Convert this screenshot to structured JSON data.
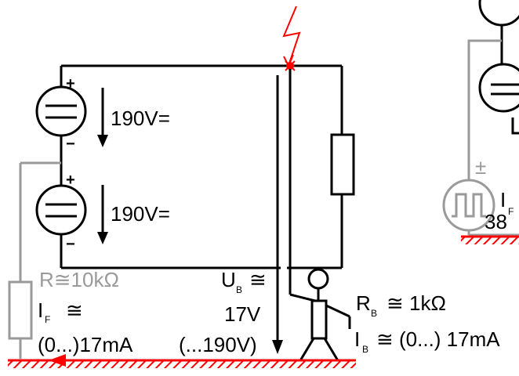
{
  "colors": {
    "wire": "#000000",
    "secondary": "#9a9a9a",
    "fault": "#ff0000",
    "ground_hatch": "#ff0000",
    "person_stroke": "#000000"
  },
  "sources": [
    {
      "voltage_label": "190V=",
      "plus": "+",
      "minus": "−"
    },
    {
      "voltage_label": "190V=",
      "plus": "+",
      "minus": "−"
    }
  ],
  "right_partial": {
    "plus_minus_fragment": "±",
    "if_fragment": "I",
    "if_sub": "F",
    "value_fragment": "38"
  },
  "fault_resistor": {
    "r_label": "R≅10kΩ",
    "if_label": "I",
    "if_sub": "F",
    "approx": "≅",
    "if_value": "(0...)17mA"
  },
  "touch_voltage": {
    "u_label": "U",
    "u_sub": "B",
    "approx": "≅",
    "value": "17V",
    "range": "(...190V)"
  },
  "body": {
    "r_label": "R",
    "r_sub": "B",
    "r_value": "≅ 1kΩ",
    "i_label": "I",
    "i_sub": "B",
    "i_value": "≅ (0...) 17mA"
  }
}
